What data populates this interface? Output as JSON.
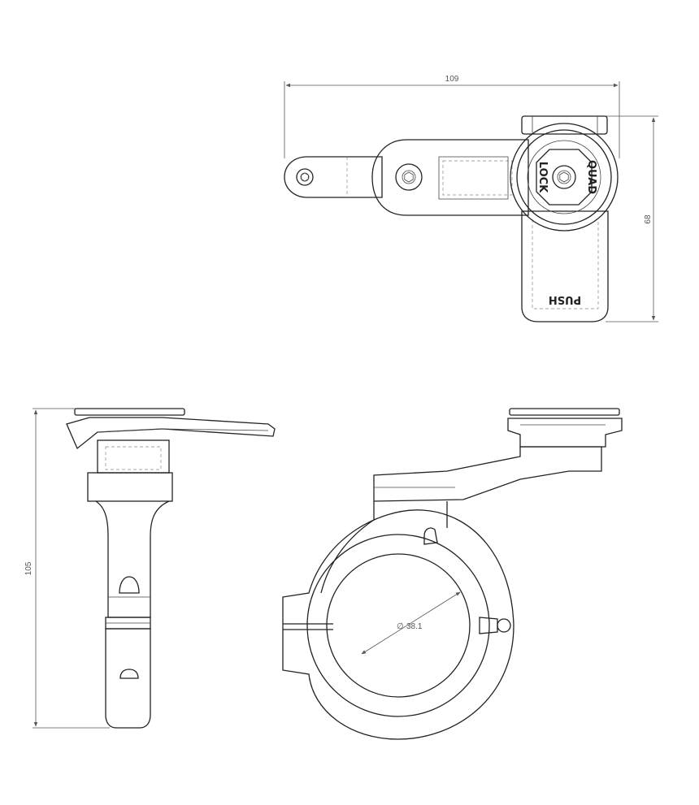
{
  "dimensions": {
    "top_width": "109",
    "top_height": "68",
    "side_height": "105",
    "bar_diameter": "38.1"
  },
  "labels": {
    "brand_top": "QUAD",
    "brand_bottom": "LOCK",
    "push_label": "PUSH"
  },
  "colors": {
    "line": "#222222",
    "dimension": "#555555",
    "background": "#ffffff"
  }
}
